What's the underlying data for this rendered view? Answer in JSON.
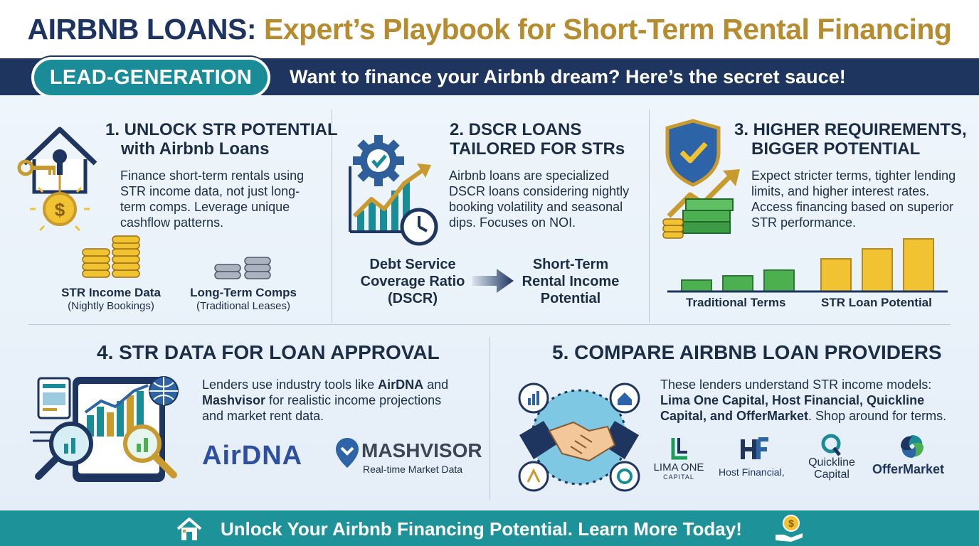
{
  "header": {
    "title_part1": "AIRBNB LOANS:",
    "title_part2": "Expert’s Playbook for Short-Term Rental Financing"
  },
  "banner": {
    "pill_label": "LEAD-GENERATION",
    "tagline": "Want to finance your Airbnb dream? Here’s the secret sauce!"
  },
  "sections": {
    "s1": {
      "title_line1": "1. UNLOCK STR POTENTIAL",
      "title_line2": "with Airbnb Loans",
      "body": "Finance short-term rentals using STR income data, not just long-term comps. Leverage unique cashflow patterns.",
      "item1_title": "STR Income Data",
      "item1_sub": "(Nightly Bookings)",
      "item2_title": "Long-Term Comps",
      "item2_sub": "(Traditional Leases)"
    },
    "s2": {
      "title_line1": "2. DSCR LOANS",
      "title_line2": "TAILORED FOR STRs",
      "body": "Airbnb loans are specialized DSCR loans considering nightly booking volatility and seasonal dips. Focuses on NOI.",
      "flow_left_line1": "Debt Service",
      "flow_left_line2": "Coverage Ratio",
      "flow_left_line3": "(DSCR)",
      "flow_right_line1": "Short-Term",
      "flow_right_line2": "Rental Income",
      "flow_right_line3": "Potential"
    },
    "s3": {
      "title_line1": "3. HIGHER REQUIREMENTS,",
      "title_line2": "BIGGER POTENTIAL",
      "body": "Expect stricter terms, tighter lending limits, and higher interest rates. Access financing based on superior STR performance.",
      "label_left": "Traditional Terms",
      "label_right": "STR Loan Potential"
    },
    "s4": {
      "title": "4. STR DATA FOR LOAN APPROVAL",
      "body_pre": "Lenders use industry tools like ",
      "body_bold1": "AirDNA",
      "body_mid": " and ",
      "body_bold2": "Mashvisor",
      "body_post": " for realistic income projections and market rent data.",
      "logo_airdna": "AirDNA",
      "logo_mashvisor": "MASHVISOR",
      "mashvisor_tagline": "Real-time Market Data"
    },
    "s5": {
      "title": "5. COMPARE AIRBNB LOAN PROVIDERS",
      "body_pre": "These lenders understand STR income models: ",
      "body_bold": "Lima One Capital, Host Financial, Quickline Capital, and OfferMarket",
      "body_post": ". Shop around for terms.",
      "logo1_line1": "LIMA ONE",
      "logo1_line2": "CAPITAL",
      "logo2": "Host Financial,",
      "logo3_line1": "Quickline",
      "logo3_line2": "Capital",
      "logo4": "OfferMarket"
    }
  },
  "footer": {
    "cta": "Unlock Your Airbnb Financing Potential. Learn More Today!"
  },
  "colors": {
    "navy": "#1d355f",
    "teal": "#1a8c98",
    "gold": "#b78c2e",
    "green": "#3da04a"
  },
  "icons": [
    "house-key-icon",
    "coin-stack-icon",
    "gear-chart-icon",
    "clock-icon",
    "arrow-right-icon",
    "shield-check-icon",
    "money-growth-icon",
    "tablet-analytics-icon",
    "magnifier-icon",
    "globe-icon",
    "handshake-icon",
    "airdna-logo",
    "mashvisor-pin-icon",
    "lima-one-logo",
    "host-financial-logo",
    "quickline-logo",
    "offermarket-logo",
    "footer-house-icon",
    "footer-money-hand-icon"
  ]
}
